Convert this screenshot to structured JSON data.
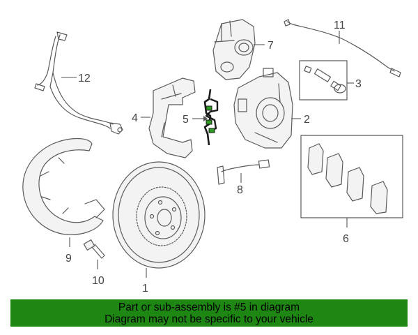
{
  "callouts": {
    "c1": "1",
    "c2": "2",
    "c3": "3",
    "c4": "4",
    "c5": "5",
    "c6": "6",
    "c7": "7",
    "c8": "8",
    "c9": "9",
    "c10": "10",
    "c11": "11",
    "c12": "12"
  },
  "banner": {
    "line1": "Part or sub-assembly is #5 in diagram",
    "line2": "Diagram may not be specific to your vehicle"
  },
  "colors": {
    "highlight": "#1e8714",
    "line": "#5a5a5a"
  }
}
